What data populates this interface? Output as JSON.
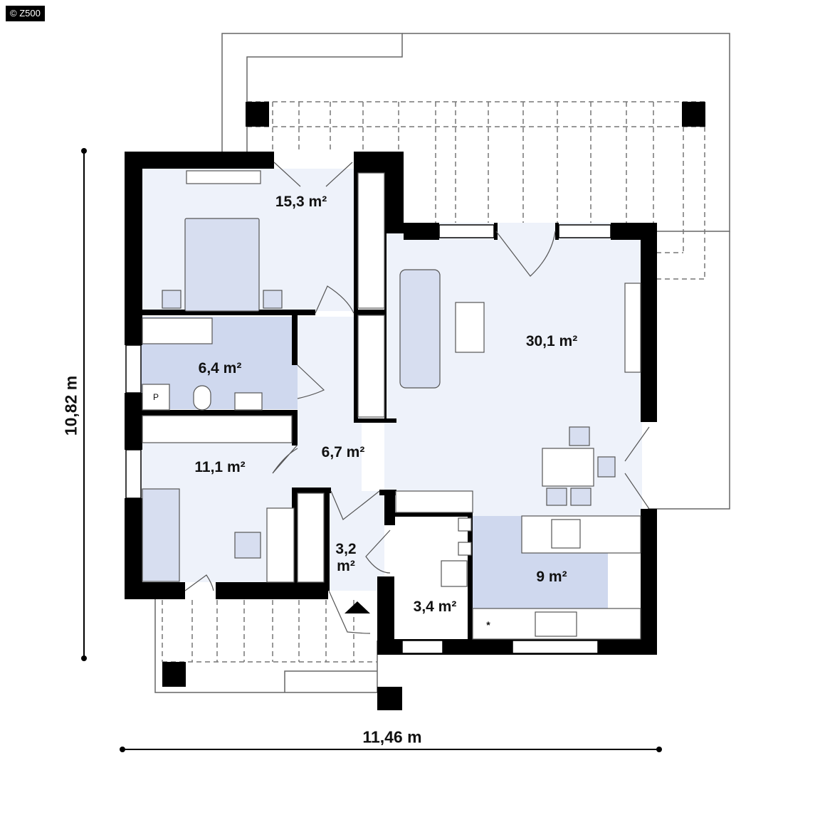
{
  "copyright": "© Z500",
  "dimensions": {
    "width": "11,46 m",
    "height": "10,82 m"
  },
  "rooms": {
    "bedroom_master": "15,3 m²",
    "living": "30,1 m²",
    "bathroom": "6,4 m²",
    "bedroom_small": "11,1 m²",
    "hall": "6,7 m²",
    "entry": "3,2",
    "entry_unit": "m²",
    "utility": "3,4 m²",
    "kitchen": "9 m²"
  },
  "fixtures": {
    "bath_p_letter": "P",
    "kitchen_star": "*"
  },
  "colors": {
    "wall": "#000000",
    "floor": "#eef2fa",
    "wet_area": "#cfd8ee",
    "furniture": "#d7def0",
    "line": "#555555"
  }
}
